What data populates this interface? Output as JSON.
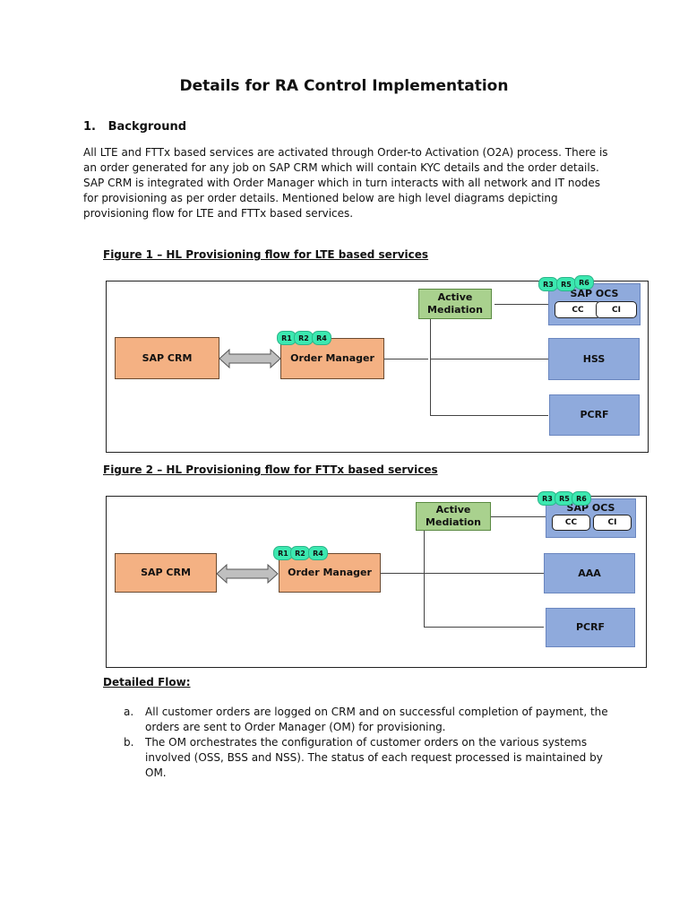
{
  "title": "Details for RA Control Implementation",
  "section": {
    "number": "1.",
    "heading": "Background"
  },
  "background_text": "All LTE and FTTx based services are activated through Order-to Activation (O2A) process. There is an order generated for any job on SAP CRM which will contain KYC details and the order details. SAP CRM is integrated with Order Manager which in turn interacts with all network and IT nodes for provisioning as per order details. Mentioned below are high level diagrams depicting provisioning flow for LTE and FTTx based services.",
  "figure1": {
    "caption": "Figure 1 – HL Provisioning flow for LTE based services",
    "sap_crm": "SAP CRM",
    "order_manager": "Order Manager",
    "active_mediation": "Active Mediation",
    "sap_ocs": "SAP OCS",
    "cc": "CC",
    "ci": "CI",
    "node2": "HSS",
    "node3": "PCRF",
    "badges_om": [
      "R1",
      "R2",
      "R4"
    ],
    "badges_ocs": [
      "R3",
      "R5",
      "R6"
    ]
  },
  "figure2": {
    "caption": "Figure 2 – HL Provisioning flow for FTTx based services",
    "sap_crm": "SAP CRM",
    "order_manager": "Order Manager",
    "active_mediation": "Active Mediation",
    "sap_ocs": "SAP OCS",
    "cc": "CC",
    "ci": "CI",
    "node2": "AAA",
    "node3": "PCRF",
    "badges_om": [
      "R1",
      "R2",
      "R4"
    ],
    "badges_ocs": [
      "R3",
      "R5",
      "R6"
    ]
  },
  "detailed_flow": {
    "heading": "Detailed Flow:",
    "items": [
      {
        "marker": "a.",
        "text": "All customer orders are logged on CRM and on successful completion of payment, the orders are sent to Order Manager (OM) for provisioning."
      },
      {
        "marker": "b.",
        "text": "The OM orchestrates the configuration of customer orders on the various systems involved (OSS, BSS and NSS). The status of each request processed is maintained by OM."
      }
    ]
  }
}
